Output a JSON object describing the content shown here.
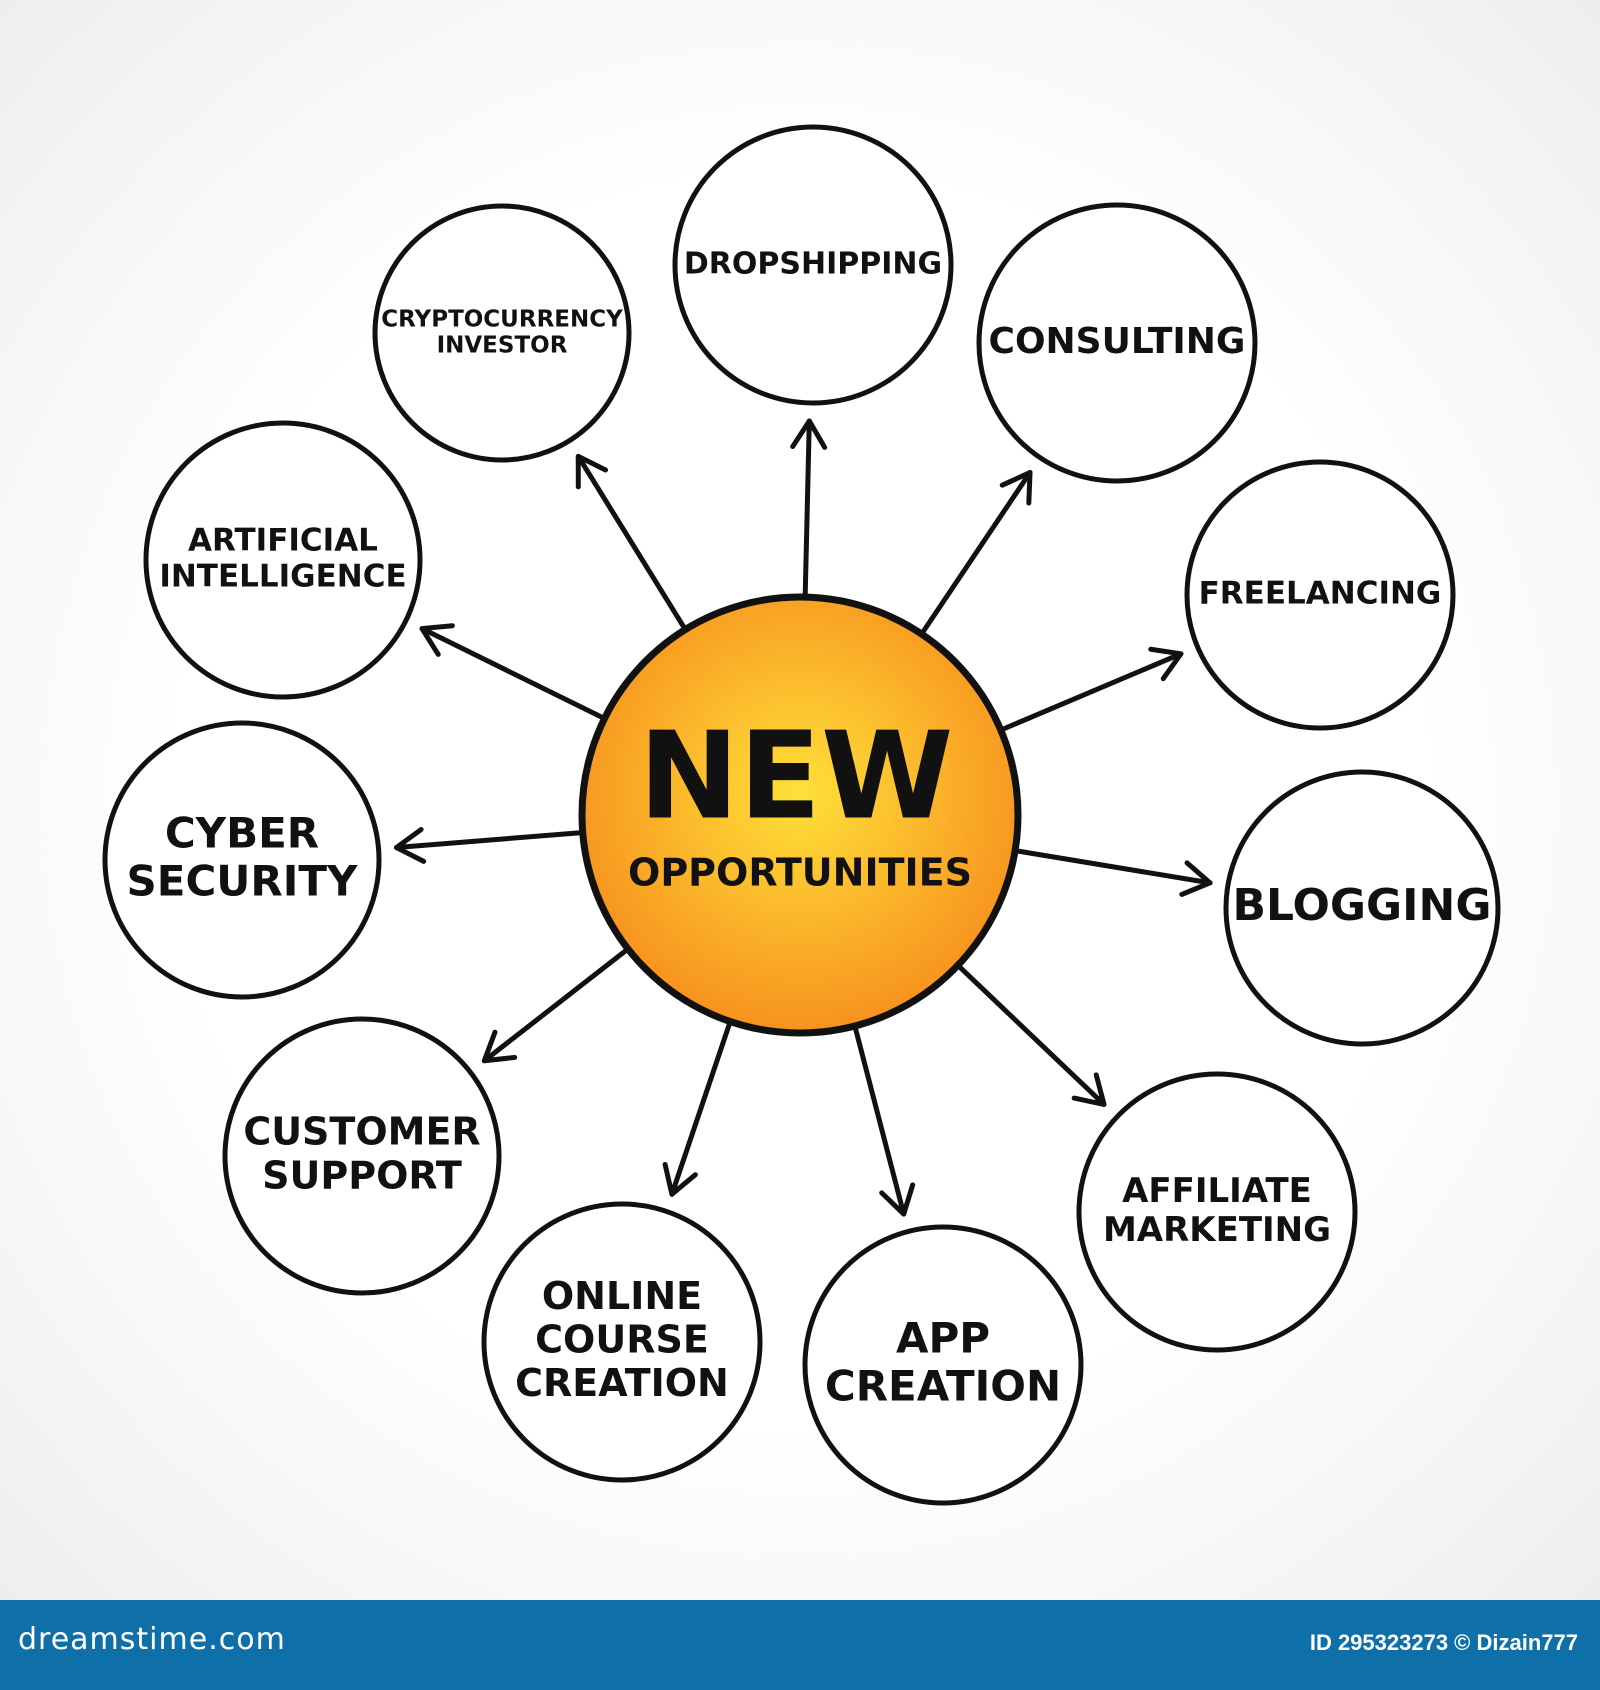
{
  "diagram": {
    "center": {
      "title": "NEW",
      "subtitle": "OPPORTUNITIES",
      "fill_inner": "#ffe03a",
      "fill_outer": "#f7921e"
    },
    "nodes": [
      {
        "lines": [
          "DROPSHIPPING"
        ]
      },
      {
        "lines": [
          "CONSULTING"
        ]
      },
      {
        "lines": [
          "FREELANCING"
        ]
      },
      {
        "lines": [
          "BLOGGING"
        ]
      },
      {
        "lines": [
          "AFFILIATE",
          "MARKETING"
        ]
      },
      {
        "lines": [
          "APP",
          "CREATION"
        ]
      },
      {
        "lines": [
          "ONLINE",
          "COURSE",
          "CREATION"
        ]
      },
      {
        "lines": [
          "CUSTOMER",
          "SUPPORT"
        ]
      },
      {
        "lines": [
          "CYBER",
          "SECURITY"
        ]
      },
      {
        "lines": [
          "ARTIFICIAL",
          "INTELLIGENCE"
        ]
      },
      {
        "lines": [
          "CRYPTOCURRENCY",
          "INVESTOR"
        ]
      }
    ]
  },
  "footer": {
    "logo": "dreamstime.com",
    "credit": "ID 295323273 © Dizain777",
    "color": "#0f6fa8"
  }
}
